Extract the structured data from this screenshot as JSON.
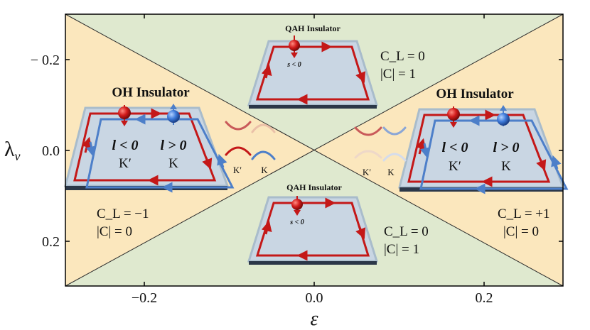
{
  "axes": {
    "x_label": "ε",
    "y_label": "λ",
    "y_label_sub": "v",
    "x_ticks": [
      "−0.2",
      "0.0",
      "0.2"
    ],
    "y_ticks": [
      "− 0.2",
      "0.0",
      "0.2"
    ]
  },
  "regions": {
    "top": {
      "title": "QAH Insulator",
      "spin": "s < 0",
      "cl": "C_L = 0",
      "c": "|C| = 1"
    },
    "bottom": {
      "title": "QAH Insulator",
      "spin": "s < 0",
      "cl": "C_L = 0",
      "c": "|C| = 1"
    },
    "left": {
      "title": "OH Insulator",
      "orb_neg": "l < 0",
      "orb_pos": "l > 0",
      "valley_neg": "K′",
      "valley_pos": "K",
      "cl": "C_L = −1",
      "c": "|C| = 0"
    },
    "right": {
      "title": "OH Insulator",
      "orb_neg": "l < 0",
      "orb_pos": "l > 0",
      "valley_neg": "K′",
      "valley_pos": "K",
      "cl": "C_L = +1",
      "c": "|C| = 0"
    }
  },
  "bands": {
    "left_valley_neg": "K′",
    "left_valley_pos": "K",
    "right_valley_neg": "K′",
    "right_valley_pos": "K"
  },
  "colors": {
    "green_region": "#dfe9cf",
    "yellow_region": "#fbe7bd",
    "red_edge": "#c41818",
    "blue_edge": "#4d7fc9",
    "plate": "#c9d6e3",
    "plate_edge": "#a9bccb"
  }
}
